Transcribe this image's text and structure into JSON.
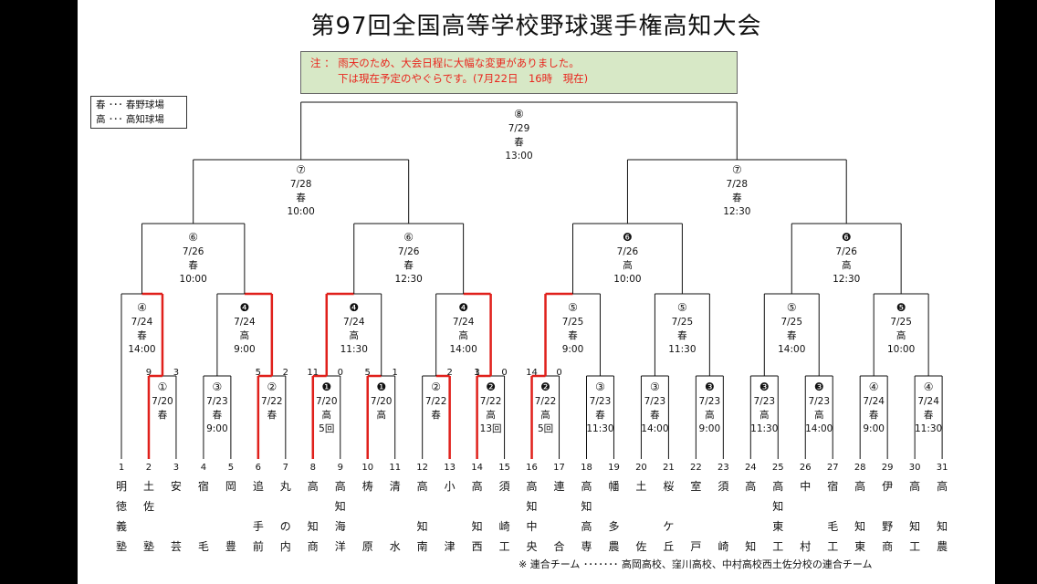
{
  "title": "第97回全国高等学校野球選手権高知大会",
  "notice": {
    "line1": "注 ： 雨天のため、大会日程に大幅な変更がありました。",
    "line2": "下は現在予定のやぐらです。(7月22日　16時　現在)"
  },
  "legend": {
    "line1": "春 ･･･ 春野球場",
    "line2": "高 ･･･ 高知球場"
  },
  "footnote": "※ 連合チーム ･･･････ 高岡高校、窪川高校、中村高校西土佐分校の連合チーム",
  "teams": [
    {
      "num": "1",
      "chars": [
        "明",
        "徳",
        "義",
        "塾"
      ]
    },
    {
      "num": "2",
      "chars": [
        "土",
        "佐",
        "",
        "塾"
      ]
    },
    {
      "num": "3",
      "chars": [
        "安",
        "",
        "",
        "芸"
      ]
    },
    {
      "num": "4",
      "chars": [
        "宿",
        "",
        "",
        "毛"
      ]
    },
    {
      "num": "5",
      "chars": [
        "岡",
        "",
        "",
        "豊"
      ]
    },
    {
      "num": "6",
      "chars": [
        "追",
        "",
        "手",
        "前"
      ]
    },
    {
      "num": "7",
      "chars": [
        "丸",
        "",
        "の",
        "内"
      ]
    },
    {
      "num": "8",
      "chars": [
        "高",
        "",
        "知",
        "商"
      ]
    },
    {
      "num": "9",
      "chars": [
        "高",
        "知",
        "海",
        "洋"
      ]
    },
    {
      "num": "10",
      "chars": [
        "梼",
        "",
        "",
        "原"
      ]
    },
    {
      "num": "11",
      "chars": [
        "清",
        "",
        "",
        "水"
      ]
    },
    {
      "num": "12",
      "chars": [
        "高",
        "",
        "知",
        "南"
      ]
    },
    {
      "num": "13",
      "chars": [
        "小",
        "",
        "",
        "津"
      ]
    },
    {
      "num": "14",
      "chars": [
        "高",
        "",
        "知",
        "西"
      ]
    },
    {
      "num": "15",
      "chars": [
        "須",
        "",
        "崎",
        "工"
      ]
    },
    {
      "num": "16",
      "chars": [
        "高",
        "知",
        "中",
        "央"
      ]
    },
    {
      "num": "17",
      "chars": [
        "連",
        "",
        "",
        "合"
      ]
    },
    {
      "num": "18",
      "chars": [
        "高",
        "知",
        "高",
        "専"
      ]
    },
    {
      "num": "19",
      "chars": [
        "幡",
        "",
        "多",
        "農"
      ]
    },
    {
      "num": "20",
      "chars": [
        "土",
        "",
        "",
        "佐"
      ]
    },
    {
      "num": "21",
      "chars": [
        "桜",
        "",
        "ケ",
        "丘"
      ]
    },
    {
      "num": "22",
      "chars": [
        "室",
        "",
        "",
        "戸"
      ]
    },
    {
      "num": "23",
      "chars": [
        "須",
        "",
        "",
        "崎"
      ]
    },
    {
      "num": "24",
      "chars": [
        "高",
        "",
        "",
        "知"
      ]
    },
    {
      "num": "25",
      "chars": [
        "高",
        "知",
        "東",
        "工"
      ]
    },
    {
      "num": "26",
      "chars": [
        "中",
        "",
        "",
        "村"
      ]
    },
    {
      "num": "27",
      "chars": [
        "宿",
        "",
        "毛",
        "工"
      ]
    },
    {
      "num": "28",
      "chars": [
        "高",
        "",
        "知",
        "東"
      ]
    },
    {
      "num": "29",
      "chars": [
        "伊",
        "",
        "野",
        "商"
      ]
    },
    {
      "num": "30",
      "chars": [
        "高",
        "",
        "知",
        "工"
      ]
    },
    {
      "num": "31",
      "chars": [
        "高",
        "",
        "知",
        "農"
      ]
    }
  ],
  "games": {
    "g1": {
      "round": "①",
      "date": "7/20",
      "venue": "春",
      "time": ""
    },
    "g2": {
      "round": "③",
      "date": "7/23",
      "venue": "春",
      "time": "9:00"
    },
    "g3": {
      "round": "②",
      "date": "7/22",
      "venue": "春",
      "time": ""
    },
    "g4": {
      "round": "❶",
      "date": "7/20",
      "venue": "高",
      "time": "5回"
    },
    "g5": {
      "round": "❶",
      "date": "7/20",
      "venue": "高",
      "time": ""
    },
    "g6": {
      "round": "②",
      "date": "7/22",
      "venue": "春",
      "time": ""
    },
    "g7": {
      "round": "❷",
      "date": "7/22",
      "venue": "高",
      "time": "13回"
    },
    "g8": {
      "round": "❷",
      "date": "7/22",
      "venue": "高",
      "time": "5回"
    },
    "g9": {
      "round": "③",
      "date": "7/23",
      "venue": "春",
      "time": "11:30"
    },
    "g10": {
      "round": "③",
      "date": "7/23",
      "venue": "春",
      "time": "14:00"
    },
    "g11": {
      "round": "❸",
      "date": "7/23",
      "venue": "高",
      "time": "9:00"
    },
    "g12": {
      "round": "❸",
      "date": "7/23",
      "venue": "高",
      "time": "11:30"
    },
    "g13": {
      "round": "❸",
      "date": "7/23",
      "venue": "高",
      "time": "14:00"
    },
    "g14": {
      "round": "④",
      "date": "7/24",
      "venue": "春",
      "time": "9:00"
    },
    "g15": {
      "round": "④",
      "date": "7/24",
      "venue": "春",
      "time": "11:30"
    },
    "q1": {
      "round": "④",
      "date": "7/24",
      "venue": "春",
      "time": "14:00"
    },
    "q2": {
      "round": "❹",
      "date": "7/24",
      "venue": "高",
      "time": "9:00"
    },
    "q3": {
      "round": "❹",
      "date": "7/24",
      "venue": "高",
      "time": "11:30"
    },
    "q4": {
      "round": "❹",
      "date": "7/24",
      "venue": "高",
      "time": "14:00"
    },
    "q5": {
      "round": "⑤",
      "date": "7/25",
      "venue": "春",
      "time": "9:00"
    },
    "q6": {
      "round": "⑤",
      "date": "7/25",
      "venue": "春",
      "time": "11:30"
    },
    "q7": {
      "round": "⑤",
      "date": "7/25",
      "venue": "春",
      "time": "14:00"
    },
    "q8": {
      "round": "❺",
      "date": "7/25",
      "venue": "高",
      "time": "10:00"
    },
    "s1": {
      "round": "⑥",
      "date": "7/26",
      "venue": "春",
      "time": "10:00"
    },
    "s2": {
      "round": "⑥",
      "date": "7/26",
      "venue": "春",
      "time": "12:30"
    },
    "s3": {
      "round": "❻",
      "date": "7/26",
      "venue": "高",
      "time": "10:00"
    },
    "s4": {
      "round": "❻",
      "date": "7/26",
      "venue": "高",
      "time": "12:30"
    },
    "f1": {
      "round": "⑦",
      "date": "7/28",
      "venue": "春",
      "time": "10:00"
    },
    "f2": {
      "round": "⑦",
      "date": "7/28",
      "venue": "春",
      "time": "12:30"
    },
    "fin": {
      "round": "⑧",
      "date": "7/29",
      "venue": "春",
      "time": "13:00"
    }
  },
  "scores": [
    {
      "team": 2,
      "left": "9",
      "right": "3"
    },
    {
      "team": 6,
      "left": "5",
      "right": "2"
    },
    {
      "team": 8,
      "left": "11",
      "right": "0"
    },
    {
      "team": 10,
      "left": "5",
      "right": "1"
    },
    {
      "team": 13,
      "left": "2",
      "right": "3"
    },
    {
      "team": 14,
      "left": "1",
      "right": "0"
    },
    {
      "team": 16,
      "left": "14",
      "right": "0"
    }
  ],
  "colors": {
    "winner_line": "#e0201b",
    "line": "#111111",
    "notice_bg": "#d7e8c6",
    "notice_text": "#e8261e"
  }
}
